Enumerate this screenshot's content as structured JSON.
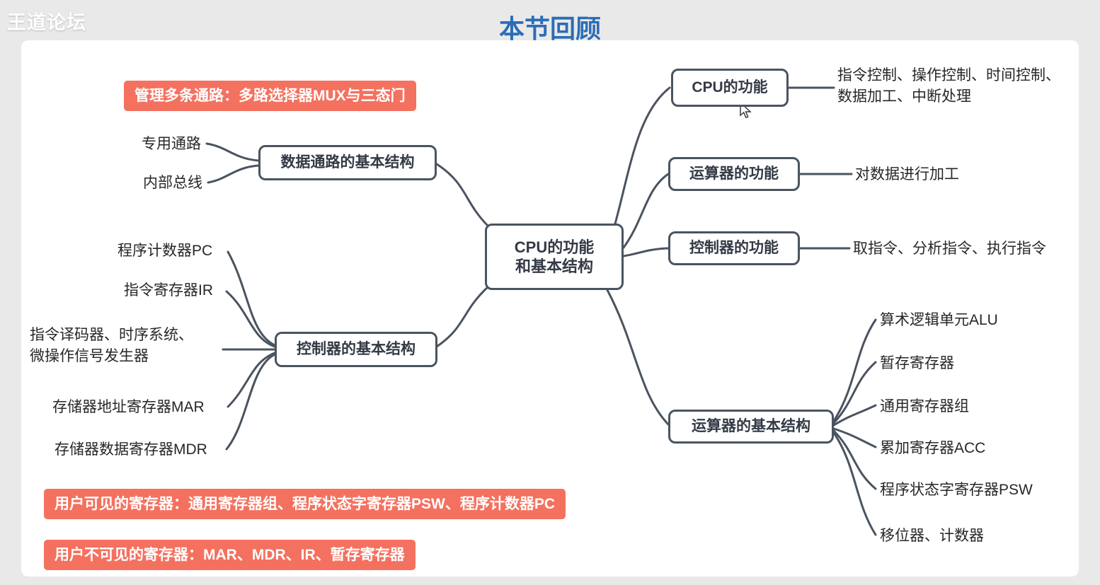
{
  "header": {
    "watermark": "王道论坛",
    "title": "本节回顾"
  },
  "center_node": {
    "line1": "CPU的功能",
    "line2": "和基本结构"
  },
  "right": {
    "cpu_function": {
      "label": "CPU的功能",
      "note": "指令控制、操作控制、时间控制、\n数据加工、中断处理"
    },
    "alu_function": {
      "label": "运算器的功能",
      "note": "对数据进行加工"
    },
    "cu_function": {
      "label": "控制器的功能",
      "note": "取指令、分析指令、执行指令"
    },
    "alu_structure": {
      "label": "运算器的基本结构",
      "items": [
        "算术逻辑单元ALU",
        "暂存寄存器",
        "通用寄存器组",
        "累加寄存器ACC",
        "程序状态字寄存器PSW",
        "移位器、计数器"
      ]
    }
  },
  "left": {
    "datapath_structure": {
      "label": "数据通路的基本结构",
      "items": [
        "专用通路",
        "内部总线"
      ]
    },
    "cu_structure": {
      "label": "控制器的基本结构",
      "items": [
        "程序计数器PC",
        "指令寄存器IR",
        "指令译码器、时序系统、\n微操作信号发生器",
        "存储器地址寄存器MAR",
        "存储器数据寄存器MDR"
      ]
    }
  },
  "highlights": {
    "mux": "管理多条通路：多路选择器MUX与三态门",
    "visible_registers": "用户可见的寄存器：通用寄存器组、程序状态字寄存器PSW、程序计数器PC",
    "invisible_registers": "用户不可见的寄存器：MAR、MDR、IR、暂存寄存器"
  },
  "colors": {
    "accent_red": "#f4715f",
    "title_blue": "#2b6db6",
    "node_border": "#4a5460"
  }
}
